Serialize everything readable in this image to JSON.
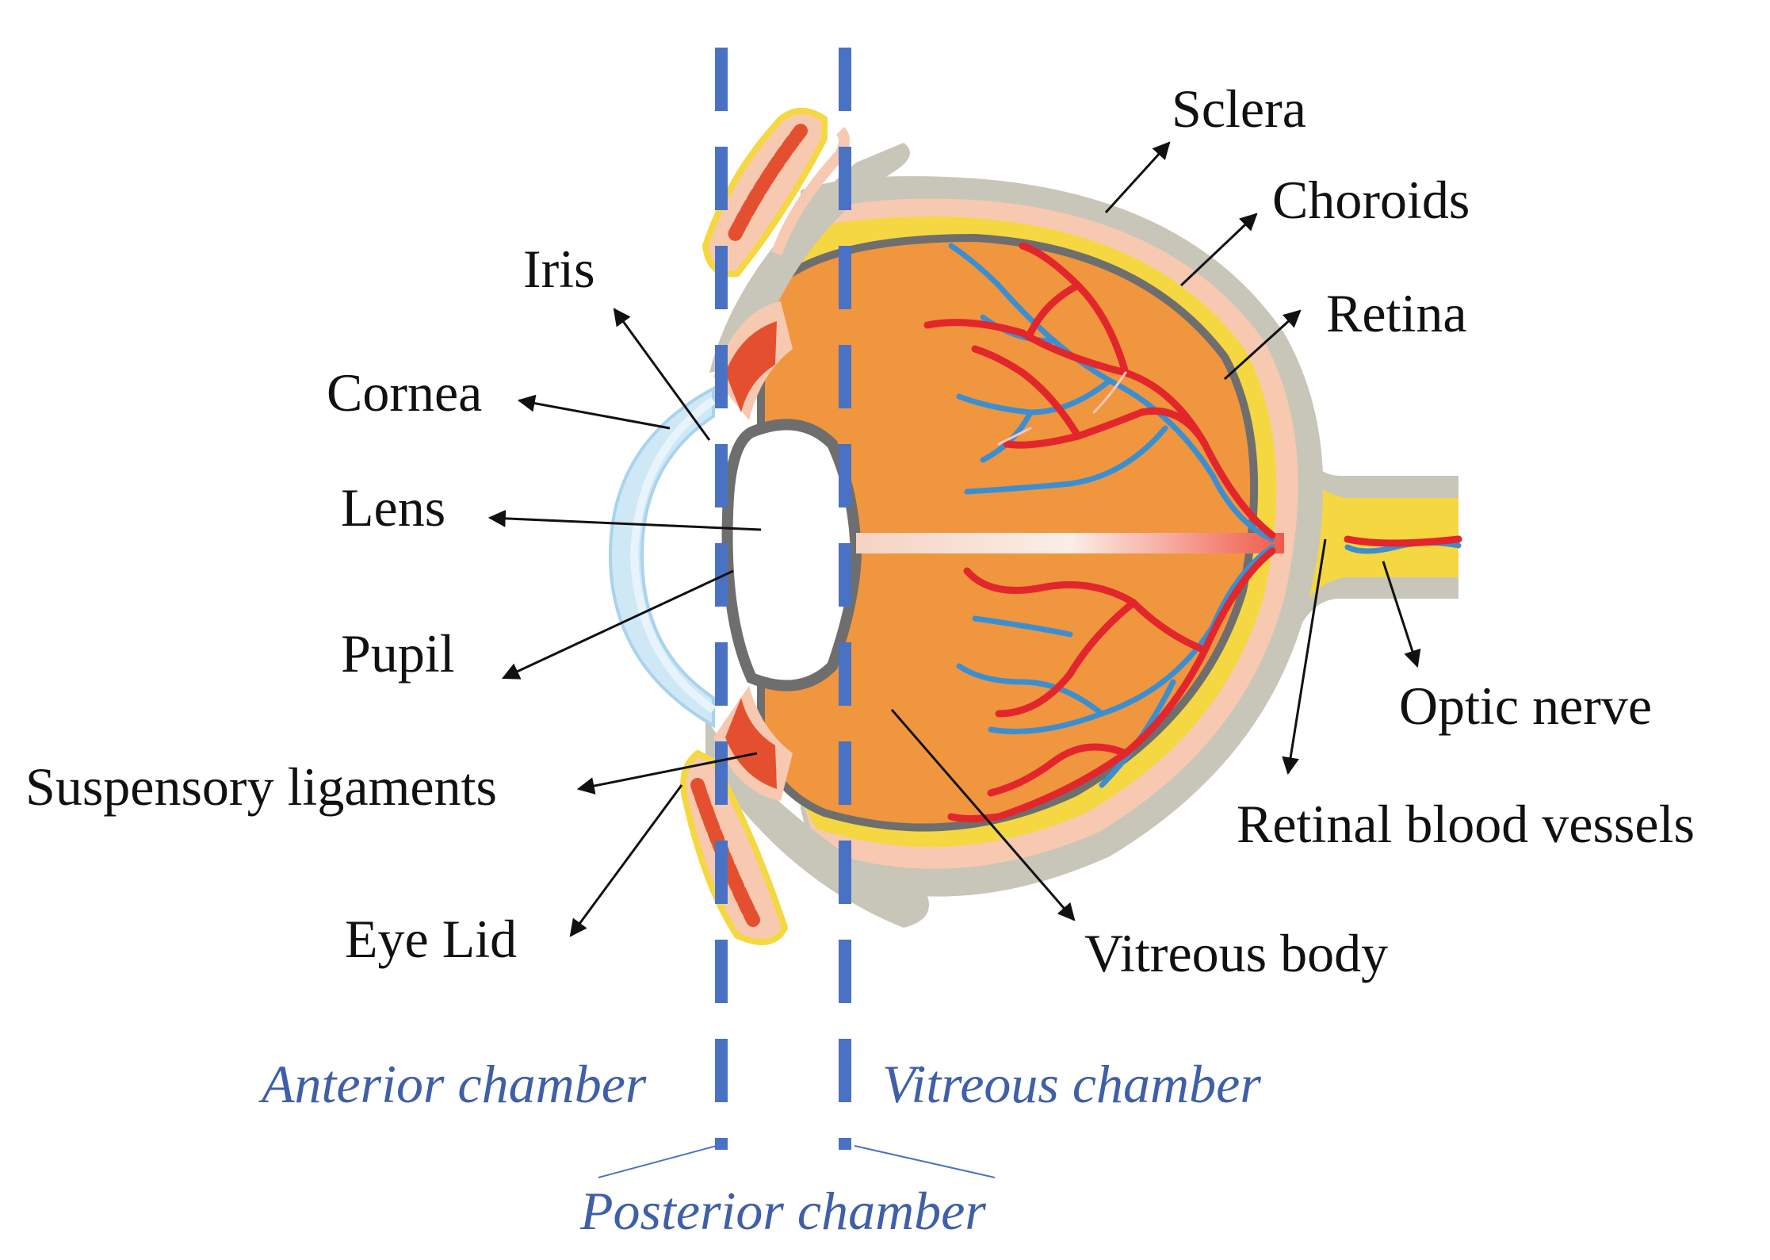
{
  "labels": {
    "sclera": "Sclera",
    "choroids": "Choroids",
    "retina": "Retina",
    "iris": "Iris",
    "cornea": "Cornea",
    "lens": "Lens",
    "pupil": "Pupil",
    "suspensory_ligaments": "Suspensory ligaments",
    "eye_lid": "Eye Lid",
    "optic_nerve": "Optic nerve",
    "retinal_blood_vessels": "Retinal blood vessels",
    "vitreous_body": "Vitreous body"
  },
  "chambers": {
    "anterior": "Anterior chamber",
    "vitreous": "Vitreous chamber",
    "posterior": "Posterior chamber"
  },
  "colors": {
    "vitreous": "#f0963f",
    "sclera": "#c8c6b8",
    "choroid": "#f6c9b0",
    "retina_layer": "#f5d742",
    "retina_line": "#6e6e6e",
    "artery": "#e3262b",
    "vein": "#3b8fd1",
    "cornea": "#cfe8f6",
    "chamber_dash": "#4a72c4",
    "chamber_text": "#3f5fa8"
  }
}
